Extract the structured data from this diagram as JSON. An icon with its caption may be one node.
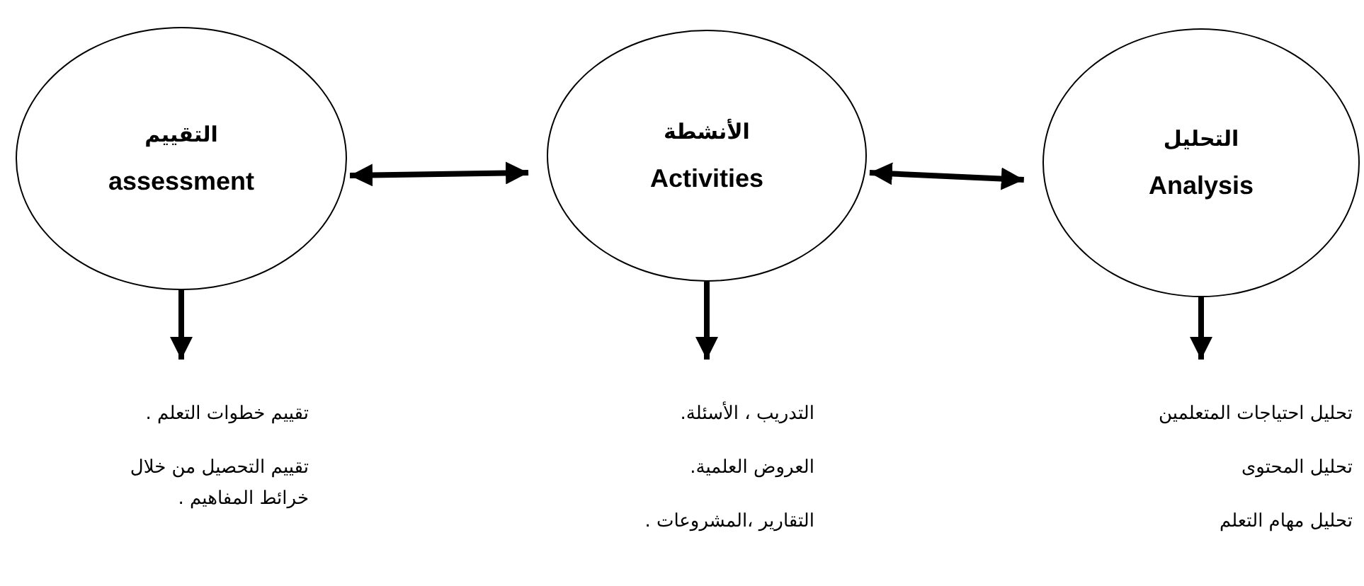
{
  "diagram": {
    "nodes": [
      {
        "text": [
          "التقييم",
          "assessment"
        ]
      },
      {
        "text": [
          "الأنشطة",
          "Activities"
        ]
      },
      {
        "text": [
          "التحليل",
          "Analysis"
        ]
      },
      {
        "text": [
          "تقييم خطوات التعلم .",
          "تقييم التحصيل من خلال خرائط المفاهيم ."
        ]
      },
      {
        "text": [
          "التدريب ، الأسئلة.",
          "العروض العلمية.",
          "التقارير ،المشروعات ."
        ]
      },
      {
        "text": [
          "تحليل احتياجات المتعلمين",
          "تحليل المحتوى",
          "تحليل مهام التعلم"
        ]
      }
    ],
    "edges": [
      {
        "from": 0,
        "to": 1,
        "arrow": "both"
      },
      {
        "from": 1,
        "to": 2,
        "arrow": "both"
      },
      {
        "from": 0,
        "to": 3,
        "arrow": "to"
      },
      {
        "from": 1,
        "to": 4,
        "arrow": "to"
      },
      {
        "from": 2,
        "to": 5,
        "arrow": "to"
      }
    ]
  }
}
